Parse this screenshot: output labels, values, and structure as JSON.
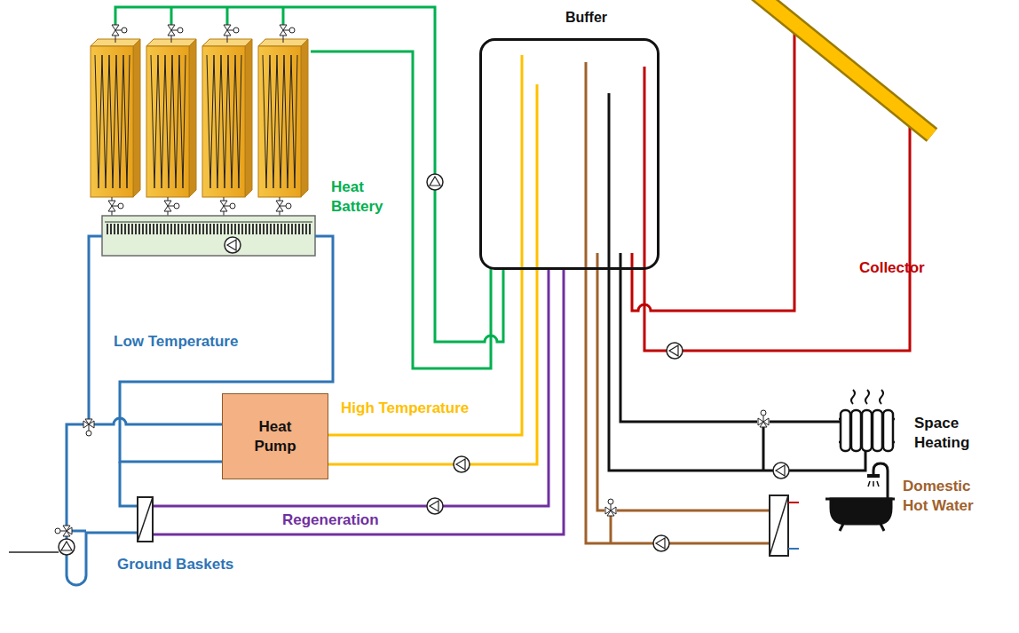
{
  "diagram": {
    "nodes": [
      {
        "text": [
          "Buffer"
        ]
      },
      {
        "text": [
          "Heat Pump"
        ]
      }
    ],
    "edges": [
      {
        "from": 1,
        "to": 0,
        "arrow": "none"
      },
      {
        "from": 1,
        "to": 0,
        "arrow": "none"
      }
    ],
    "labels": [
      "Heat Battery",
      "Collector",
      "Low Temperature",
      "High Temperature",
      "Regeneration",
      "Space Heating",
      "Domestic Hot Water",
      "Ground Baskets"
    ]
  }
}
